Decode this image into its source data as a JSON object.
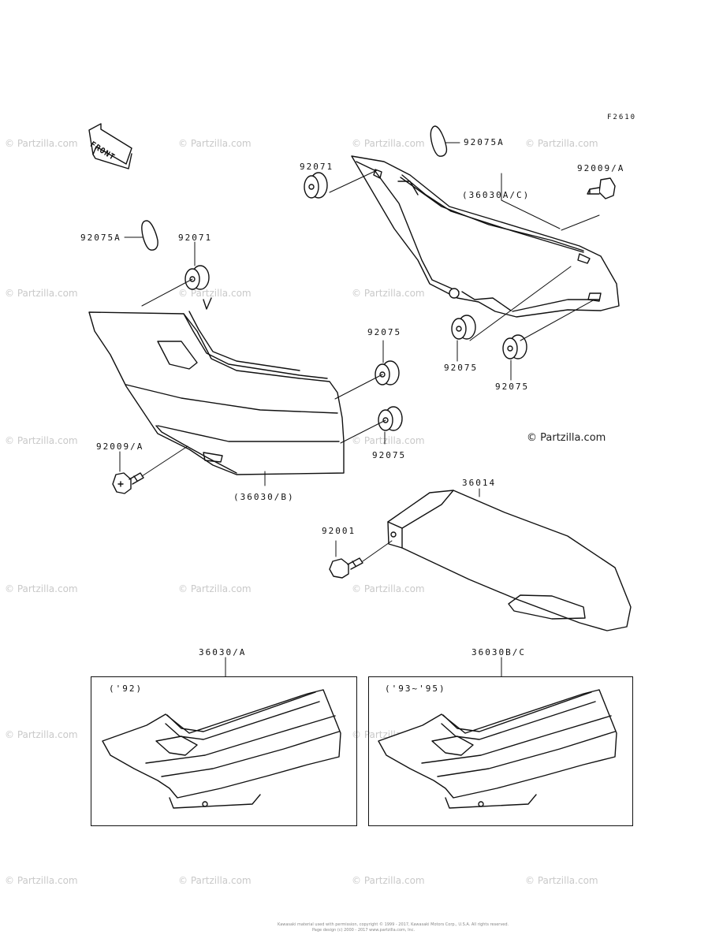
{
  "figure_code": "F2610",
  "front_label": "FRONT",
  "copyright": "© Partzilla.com",
  "watermark": "© Partzilla.com",
  "footer_line1": "Kawasaki material used with permission, copyright © 1999 - 2017, Kawasaki Motors Corp., U.S.A. All rights reserved.",
  "footer_line2": "Page design (c) 2000 - 2017 www.partzilla.com, Inc.",
  "callouts": {
    "p92075A_top": "92075A",
    "p92071_top": "92071",
    "p36030AC": "(36030A/C)",
    "p92009A_right": "92009/A",
    "p92075A_left": "92075A",
    "p92071_left": "92071",
    "p92075_mid1": "92075",
    "p92075_mid2": "92075",
    "p92075_r1": "92075",
    "p92075_r2": "92075",
    "p92009A_left": "92009/A",
    "p36030B": "(36030/B)",
    "p36014": "36014",
    "p92001": "92001",
    "p36030A": "36030/A",
    "p36030BC": "36030B/C"
  },
  "insets": {
    "left_year": "('92)",
    "right_year": "('93~'95)"
  }
}
